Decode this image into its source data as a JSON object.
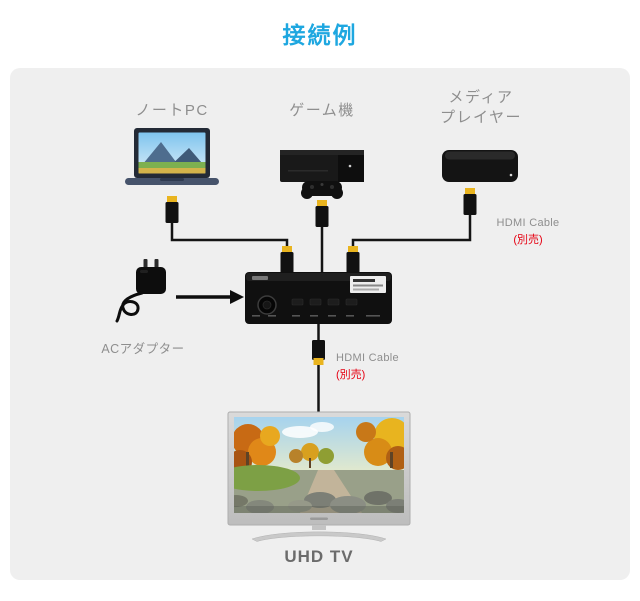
{
  "title": "接続例",
  "devices": {
    "laptop": {
      "label": "ノートPC"
    },
    "game_console": {
      "label": "ゲーム機"
    },
    "media_player": {
      "label_line1": "メディア",
      "label_line2": "プレイヤー"
    },
    "ac_adapter": {
      "label": "ACアダプター"
    },
    "tv": {
      "label": "UHD TV"
    }
  },
  "cables": {
    "input_side": {
      "name": "HDMI Cable",
      "note": "(別売)"
    },
    "output_side": {
      "name": "HDMI Cable",
      "note": "(別売)"
    }
  },
  "colors": {
    "title_blue": "#1ea7e0",
    "panel_bg": "#efefef",
    "label_gray": "#8e8e8e",
    "note_red": "#e60012",
    "hdmi_gold": "#e9b41f",
    "line_black": "#141414"
  }
}
